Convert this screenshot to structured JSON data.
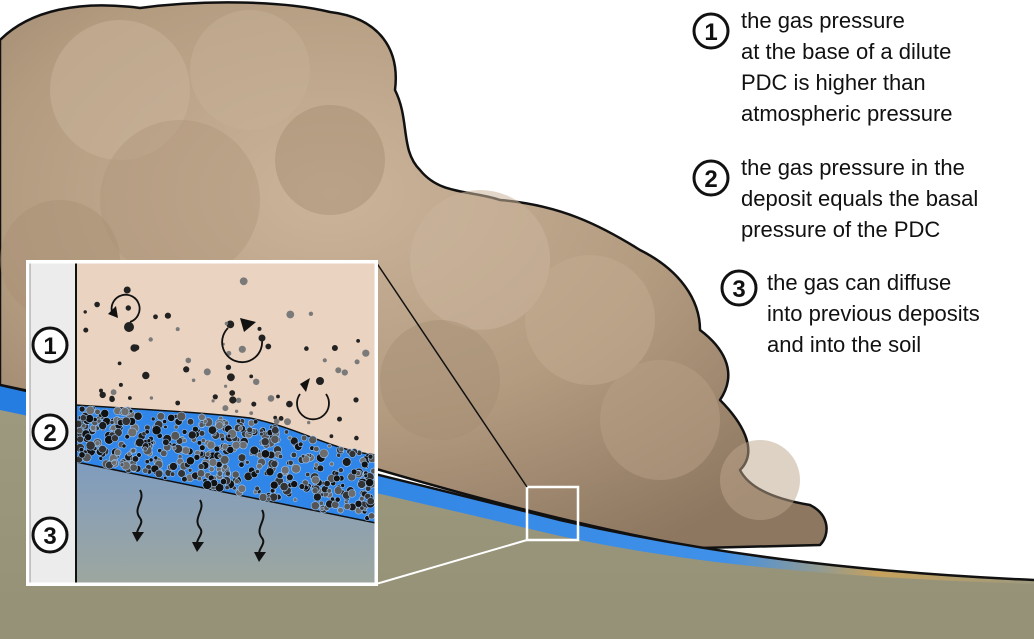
{
  "annotations": [
    {
      "number": "1",
      "lines": [
        "the gas pressure",
        "at the base of a dilute",
        "PDC is higher than",
        "atmospheric pressure"
      ]
    },
    {
      "number": "2",
      "lines": [
        "the gas pressure in the",
        "deposit equals the basal",
        "pressure of the PDC"
      ]
    },
    {
      "number": "3",
      "lines": [
        "the gas can diffuse",
        "into previous deposits",
        "and into the soil"
      ]
    }
  ],
  "inset_markers": [
    "1",
    "2",
    "3"
  ],
  "colors": {
    "cloud": "#b9a287",
    "cloud_shadow": "#8f7a62",
    "ground": "#9d9a80",
    "deposit_blue": "#2f86e8",
    "flow_zone": "#ead3c0",
    "soil_zone": "#8ea1b4",
    "outline": "#111111"
  }
}
